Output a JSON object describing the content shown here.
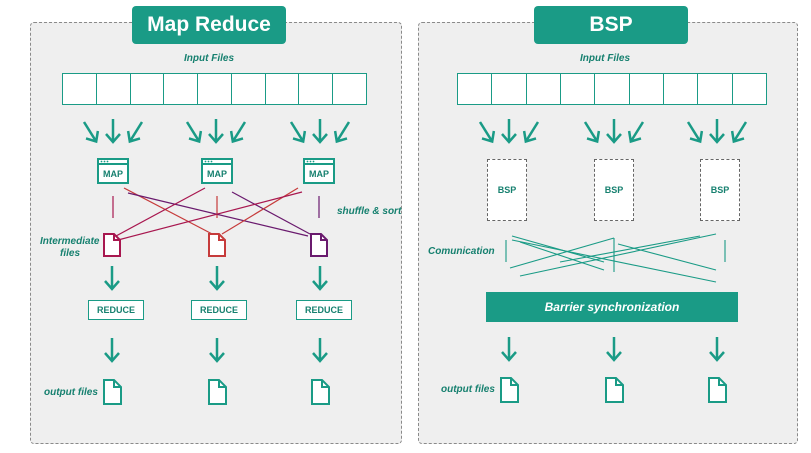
{
  "mapreduce": {
    "title": "Map Reduce",
    "input_label": "Input Files",
    "map_label": "MAP",
    "reduce_label": "REDUCE",
    "shuffle_label": "shuffle & sort",
    "intermediate_label_line1": "Intermediate",
    "intermediate_label_line2": "files",
    "output_label": "output files",
    "intermediate_colors": [
      "#a8174f",
      "#c63b3b",
      "#6a1a6e"
    ]
  },
  "bsp": {
    "title": "BSP",
    "input_label": "Input Files",
    "node_label": "BSP",
    "communication_label": "Comunication",
    "barrier_label": "Barrier synchronization",
    "output_label": "output files"
  },
  "colors": {
    "accent": "#1a9b86",
    "panel_bg": "#efefef"
  }
}
